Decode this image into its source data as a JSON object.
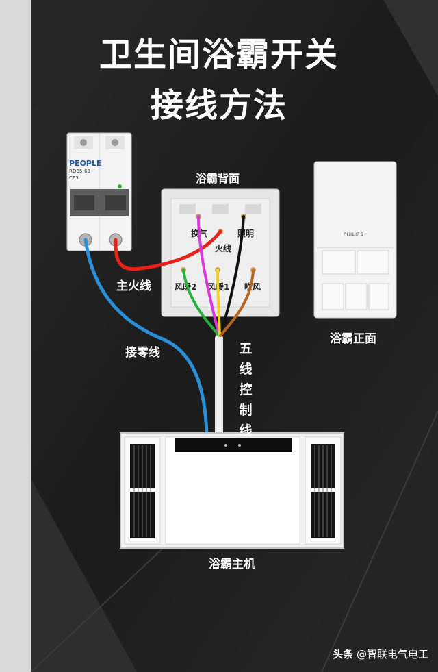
{
  "title": {
    "line1": "卫生间浴霸开关",
    "line2": "接线方法"
  },
  "labels": {
    "back_panel": "浴霸背面",
    "front_panel": "浴霸正面",
    "main_unit": "浴霸主机",
    "main_live": "主火线",
    "neutral": "接零线",
    "five_wire_control": [
      "五",
      "线",
      "控",
      "制",
      "线"
    ]
  },
  "switch_back": {
    "top_terminals": [
      "换气",
      "照明"
    ],
    "live_label": "火线",
    "bottom_terminals": [
      "风暖2",
      "风暖1",
      "吹风"
    ]
  },
  "switch_front": {
    "brand": "PHILIPS"
  },
  "breaker": {
    "brand": "PEOPLE",
    "model": "RDB5-63",
    "rating": "C63"
  },
  "wire_colors": {
    "live": "#e8201a",
    "neutral": "#2a8fd6",
    "ventilation": "#d83ad8",
    "lighting": "#111111",
    "heat2": "#27b03a",
    "heat1": "#f2d21c",
    "blower": "#b8661e",
    "bundle": "#f2f2f2"
  },
  "footer": {
    "brand": "头条",
    "account": "@智联电气电工"
  }
}
